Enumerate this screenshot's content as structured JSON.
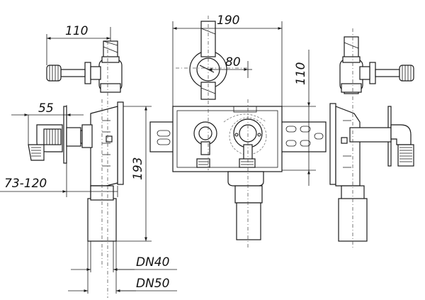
{
  "dimensions": {
    "d110_top": "110",
    "d190": "190",
    "d80": "80",
    "d110_right": "110",
    "d55": "55",
    "d193": "193",
    "d73_120": "73-120",
    "dn40": "DN40",
    "dn50": "DN50"
  }
}
